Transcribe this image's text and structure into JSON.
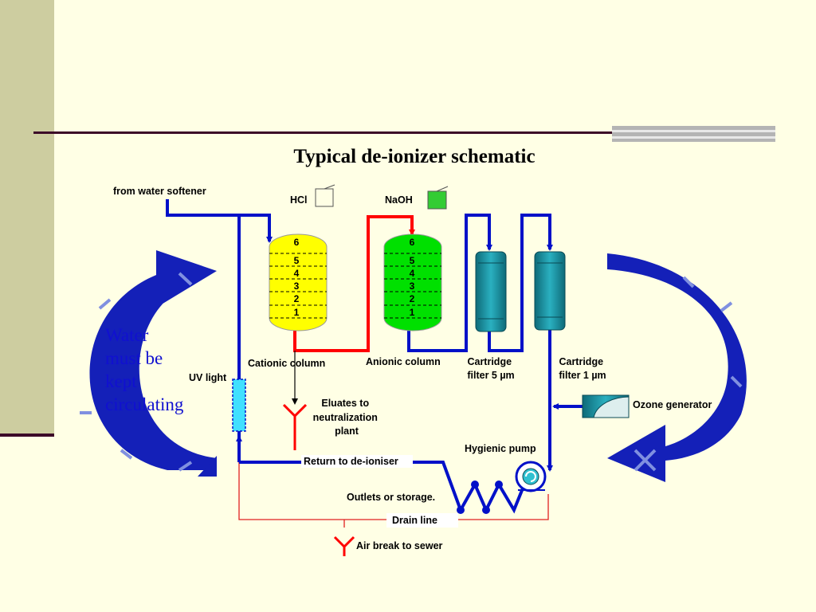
{
  "title": "Typical de-ionizer schematic",
  "labels": {
    "from_softener": "from water softener",
    "hcl": "HCl",
    "naoh": "NaOH",
    "cationic": "Cationic column",
    "anionic": "Anionic column",
    "filter5": [
      "Cartridge",
      "filter 5 µm"
    ],
    "filter1": [
      "Cartridge",
      "filter 1 µm"
    ],
    "uv": "UV light",
    "eluates": [
      "Eluates to",
      "neutralization",
      "plant"
    ],
    "ozone": "Ozone generator",
    "pump": "Hygienic pump",
    "return": "Return to de-ioniser",
    "outlets": "Outlets or storage.",
    "drain": "Drain line",
    "air_break": "Air break to sewer",
    "circulating": [
      "Water",
      "must be",
      "kept",
      "circulating"
    ]
  },
  "cation_layers": [
    "6",
    "5",
    "4",
    "3",
    "2",
    "1"
  ],
  "anion_layers": [
    "6",
    "5",
    "4",
    "3",
    "2",
    "1"
  ],
  "colors": {
    "pipe": "#0010C8",
    "regen_pipe": "#FF0000",
    "drain": "#E02020",
    "cation_resin": "#FFFF00",
    "anion_resin": "#00E000",
    "cartridge": "#1A8C9C",
    "uv_lamp": "#40E0FF",
    "arrow": "#1420B8"
  }
}
